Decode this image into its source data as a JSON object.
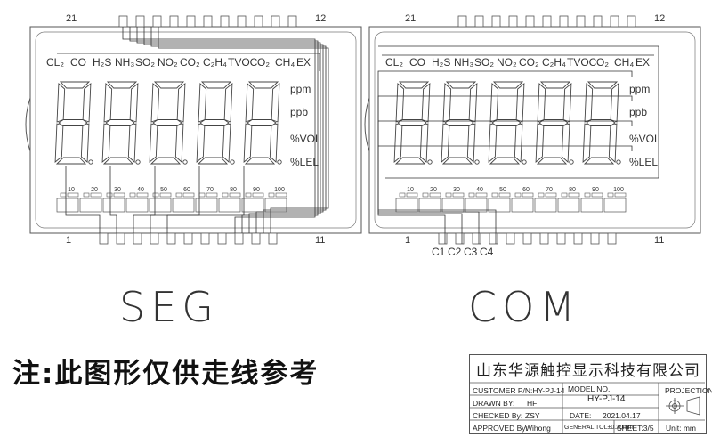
{
  "panels": [
    {
      "id": "seg",
      "title": "SEG",
      "pin_left_top": "21",
      "pin_right_top": "12",
      "pin_left_bottom": "1",
      "pin_right_bottom": "11",
      "gases": [
        "CL₂",
        "CO",
        "H₂S",
        "NH₃",
        "SO₂",
        "NO₂",
        "CO₂",
        "C₂H₄",
        "TVOC",
        "O₂",
        "CH₄",
        "EX"
      ],
      "units": [
        "ppm",
        "ppb",
        "%VOL",
        "%LEL"
      ],
      "scale": [
        "10",
        "20",
        "30",
        "40",
        "50",
        "60",
        "70",
        "80",
        "90",
        "100"
      ]
    },
    {
      "id": "com",
      "title": "COM",
      "pin_left_top": "21",
      "pin_right_top": "12",
      "pin_left_bottom": "1",
      "pin_right_bottom": "11",
      "gases": [
        "CL₂",
        "CO",
        "H₂S",
        "NH₃",
        "SO₂",
        "NO₂",
        "CO₂",
        "C₂H₄",
        "TVOC",
        "O₂",
        "CH₄",
        "EX"
      ],
      "units": [
        "ppm",
        "ppb",
        "%VOL",
        "%LEL"
      ],
      "scale": [
        "10",
        "20",
        "30",
        "40",
        "50",
        "60",
        "70",
        "80",
        "90",
        "100"
      ],
      "com_labels": [
        "C1",
        "C2",
        "C3",
        "C4"
      ]
    }
  ],
  "note": "注:此图形仅供走线参考",
  "title_block": {
    "company": "山东华源触控显示科技有限公司",
    "customer_pn": "CUSTOMER P/N:HY-PJ-14",
    "model_no_label": "MODEL NO.:",
    "model_no": "HY-PJ-14",
    "projection": "PROJECTION",
    "drawn_by": "DRAWN BY:",
    "drawn_by_value": "HF",
    "checked_by": "CHECKED By:",
    "checked_by_value": "ZSY",
    "date_label": "DATE:",
    "date_value": "2021.04.17",
    "approved_by": "APPROVED By:",
    "approved_by_value": "Wihong",
    "tolerance": "GENERAL TOL±0.20mm",
    "sheet": "SHEET:3/5",
    "unit": "Unit:  mm"
  }
}
